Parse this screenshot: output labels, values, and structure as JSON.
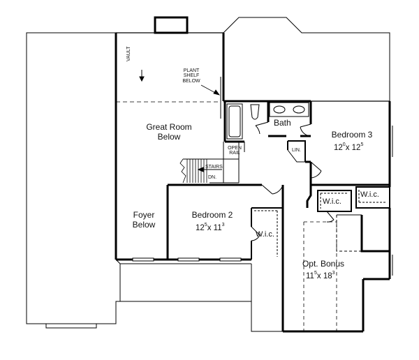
{
  "labels": {
    "vault": "VAULT",
    "plant_shelf": [
      "PLANT",
      "SHELF",
      "BELOW"
    ],
    "great_room": [
      "Great Room",
      "Below"
    ],
    "open_rail": [
      "OPEN",
      "RAIL"
    ],
    "stairs": "STAIRS",
    "dn": "DN.",
    "bath": "Bath",
    "lin": "LIN.",
    "bedroom3": {
      "name": "Bedroom 3",
      "w": "12",
      "w_sup": "0",
      "x": "x",
      "d": "12",
      "d_sup": "5"
    },
    "wic_left": "W.i.c.",
    "wic_right": "W.i.c.",
    "foyer": [
      "Foyer",
      "Below"
    ],
    "bedroom2": {
      "name": "Bedroom 2",
      "w": "12",
      "w_sup": "5",
      "x": "x",
      "d": "11",
      "d_sup": "3"
    },
    "wic_bed2": "W.i.c.",
    "opt_bonus": {
      "name": "Opt. Bonus",
      "w": "11",
      "w_sup": "5",
      "x": "x",
      "d": "18",
      "d_sup": "3"
    }
  }
}
